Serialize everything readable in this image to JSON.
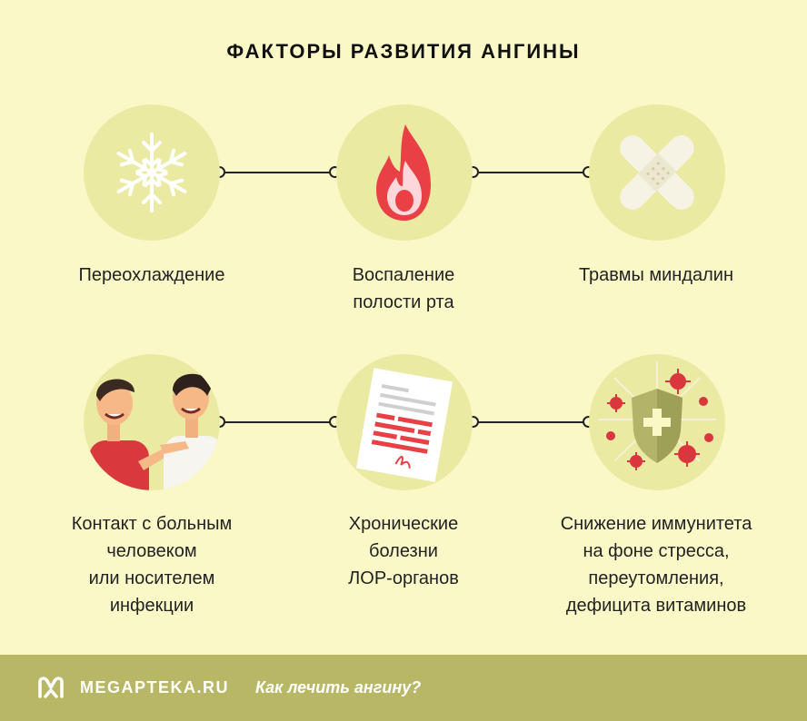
{
  "title": "ФАКТОРЫ РАЗВИТИЯ АНГИНЫ",
  "factors": [
    {
      "lines": [
        "Переохлаждение"
      ],
      "icon": "snowflake-icon"
    },
    {
      "lines": [
        "Воспаление",
        "полости рта"
      ],
      "icon": "fire-icon"
    },
    {
      "lines": [
        "Травмы миндалин"
      ],
      "icon": "bandage-icon"
    },
    {
      "lines": [
        "Контакт с больным",
        "человеком",
        "или носителем",
        "инфекции"
      ],
      "icon": "people-talking-icon"
    },
    {
      "lines": [
        "Хронические",
        "болезни",
        "ЛОР-органов"
      ],
      "icon": "medical-document-icon"
    },
    {
      "lines": [
        "Снижение иммунитета",
        "на фоне стресса,",
        "переутомления,",
        "дефицита витаминов"
      ],
      "icon": "immune-shield-icon"
    }
  ],
  "footer": {
    "brand": "MEGAPTEKA.RU",
    "link": "Как лечить ангину?"
  },
  "colors": {
    "background": "#fbf8c8",
    "circle": "#eaeaa3",
    "footer": "#b7b765",
    "accent_red": "#e94046",
    "virus_red": "#d9363e"
  }
}
